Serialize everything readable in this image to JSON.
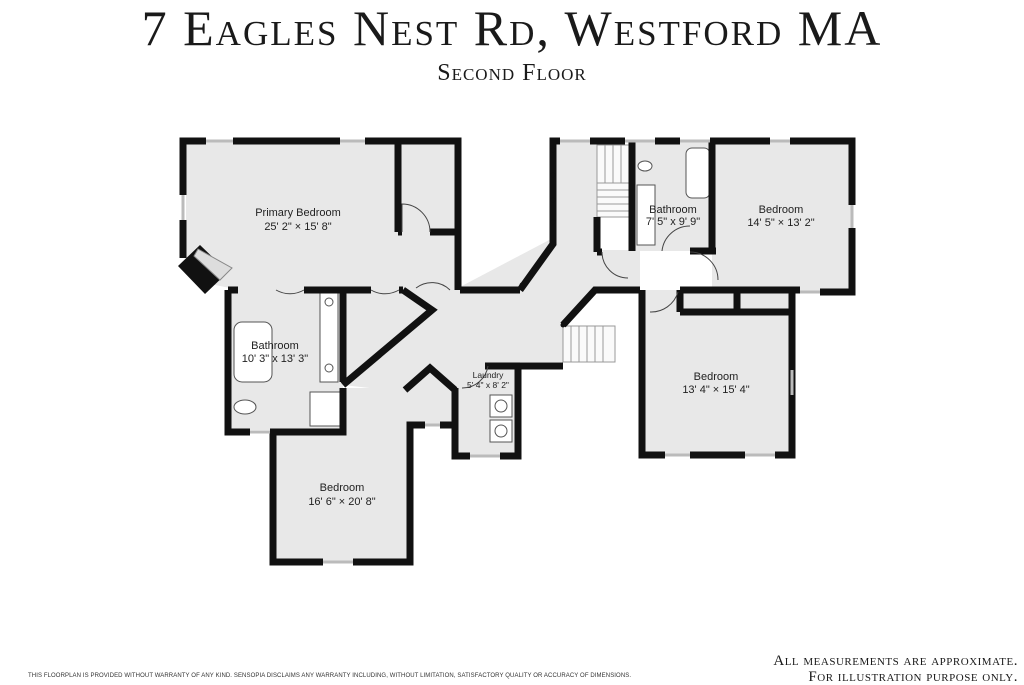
{
  "header": {
    "title": "7 Eagles Nest Rd, Westford MA",
    "subtitle": "Second Floor"
  },
  "rooms": [
    {
      "name": "Primary Bedroom",
      "dims": "25' 2\" × 15' 8\""
    },
    {
      "name": "Bathroom",
      "dims": "10' 3\" x 13' 3\""
    },
    {
      "name": "Bedroom",
      "dims": "16' 6\" × 20' 8\""
    },
    {
      "name": "Laundry",
      "dims": "5' 4\" x 8' 2\""
    },
    {
      "name": "Bathroom",
      "dims": "7' 5\" x 9' 9\""
    },
    {
      "name": "Bedroom",
      "dims": "14' 5\" × 13' 2\""
    },
    {
      "name": "Bedroom",
      "dims": "13' 4\" × 15' 4\""
    }
  ],
  "footer": {
    "disclaimer": "THIS FLOORPLAN IS PROVIDED WITHOUT WARRANTY OF ANY KIND. SENSOPIA DISCLAIMS ANY WARRANTY INCLUDING, WITHOUT LIMITATION, SATISFACTORY QUALITY OR ACCURACY OF DIMENSIONS.",
    "note_line1": "All measurements are approximate.",
    "note_line2": "For illustration purpose only."
  }
}
